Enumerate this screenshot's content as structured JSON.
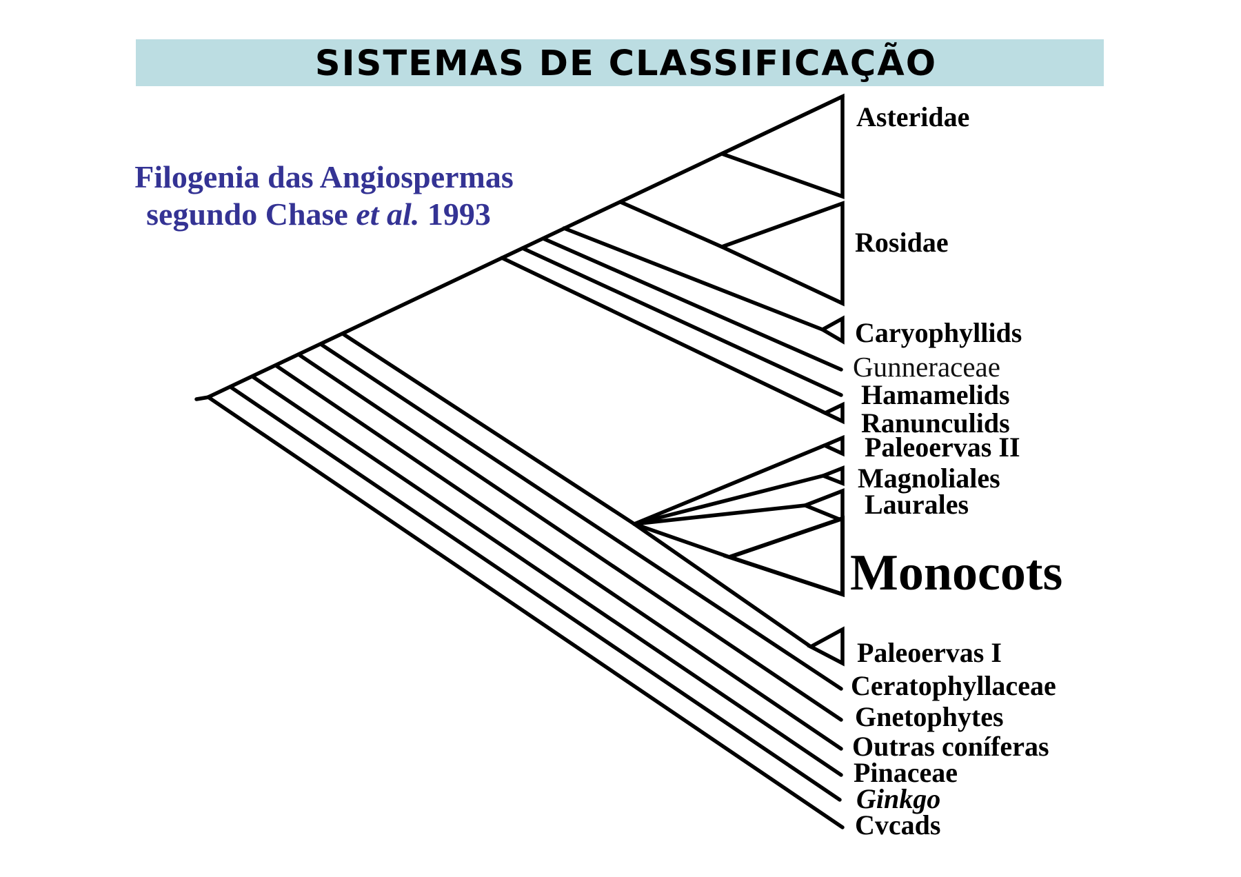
{
  "title": {
    "text": "SISTEMAS DE CLASSIFICAÇÃO"
  },
  "subtitle": {
    "line1": "Filogenia das Angiospermas",
    "line2_prefix": "segundo Chase ",
    "line2_italic": "et al.",
    "line2_suffix": " 1993"
  },
  "colors": {
    "title_bar": "#bcdde2",
    "subtitle_text": "#343394",
    "monocots_green": "#178717",
    "line_black": "#000000"
  },
  "tree": {
    "taxa": [
      {
        "id": "asteridae",
        "label": "Asteridae",
        "tip_type": "large-open-triangle"
      },
      {
        "id": "rosidae",
        "label": "Rosidae",
        "tip_type": "large-open-triangle"
      },
      {
        "id": "caryophyllids",
        "label": "Caryophyllids",
        "tip_type": "small-open-triangle"
      },
      {
        "id": "gunneraceae",
        "label": "Gunneraceae",
        "tip_type": "line"
      },
      {
        "id": "hamamelids",
        "label": "Hamamelids",
        "tip_type": "line"
      },
      {
        "id": "ranunculids",
        "label": "Ranunculids",
        "tip_type": "small-open-triangle"
      },
      {
        "id": "paleoervas-ii",
        "label": "Paleoervas II",
        "tip_type": "small-open-triangle"
      },
      {
        "id": "magnoliales",
        "label": "Magnoliales",
        "tip_type": "small-open-triangle"
      },
      {
        "id": "laurales",
        "label": "Laurales",
        "tip_type": "small-open-triangle"
      },
      {
        "id": "monocots",
        "label": "Monocots",
        "tip_type": "large-filled-triangle",
        "highlighted": true
      },
      {
        "id": "paleoervas-i",
        "label": "Paleoervas I",
        "tip_type": "small-open-triangle"
      },
      {
        "id": "ceratophyllaceae",
        "label": "Ceratophyllaceae",
        "tip_type": "line"
      },
      {
        "id": "gnetophytes",
        "label": "Gnetophytes",
        "tip_type": "line"
      },
      {
        "id": "outras-coniferas",
        "label": "Outras coníferas",
        "tip_type": "line"
      },
      {
        "id": "pinaceae",
        "label": "Pinaceae",
        "tip_type": "line"
      },
      {
        "id": "ginkgo",
        "label": "Ginkgo",
        "tip_type": "line"
      },
      {
        "id": "cvcads",
        "label": "Cvcads",
        "tip_type": "line"
      }
    ]
  }
}
